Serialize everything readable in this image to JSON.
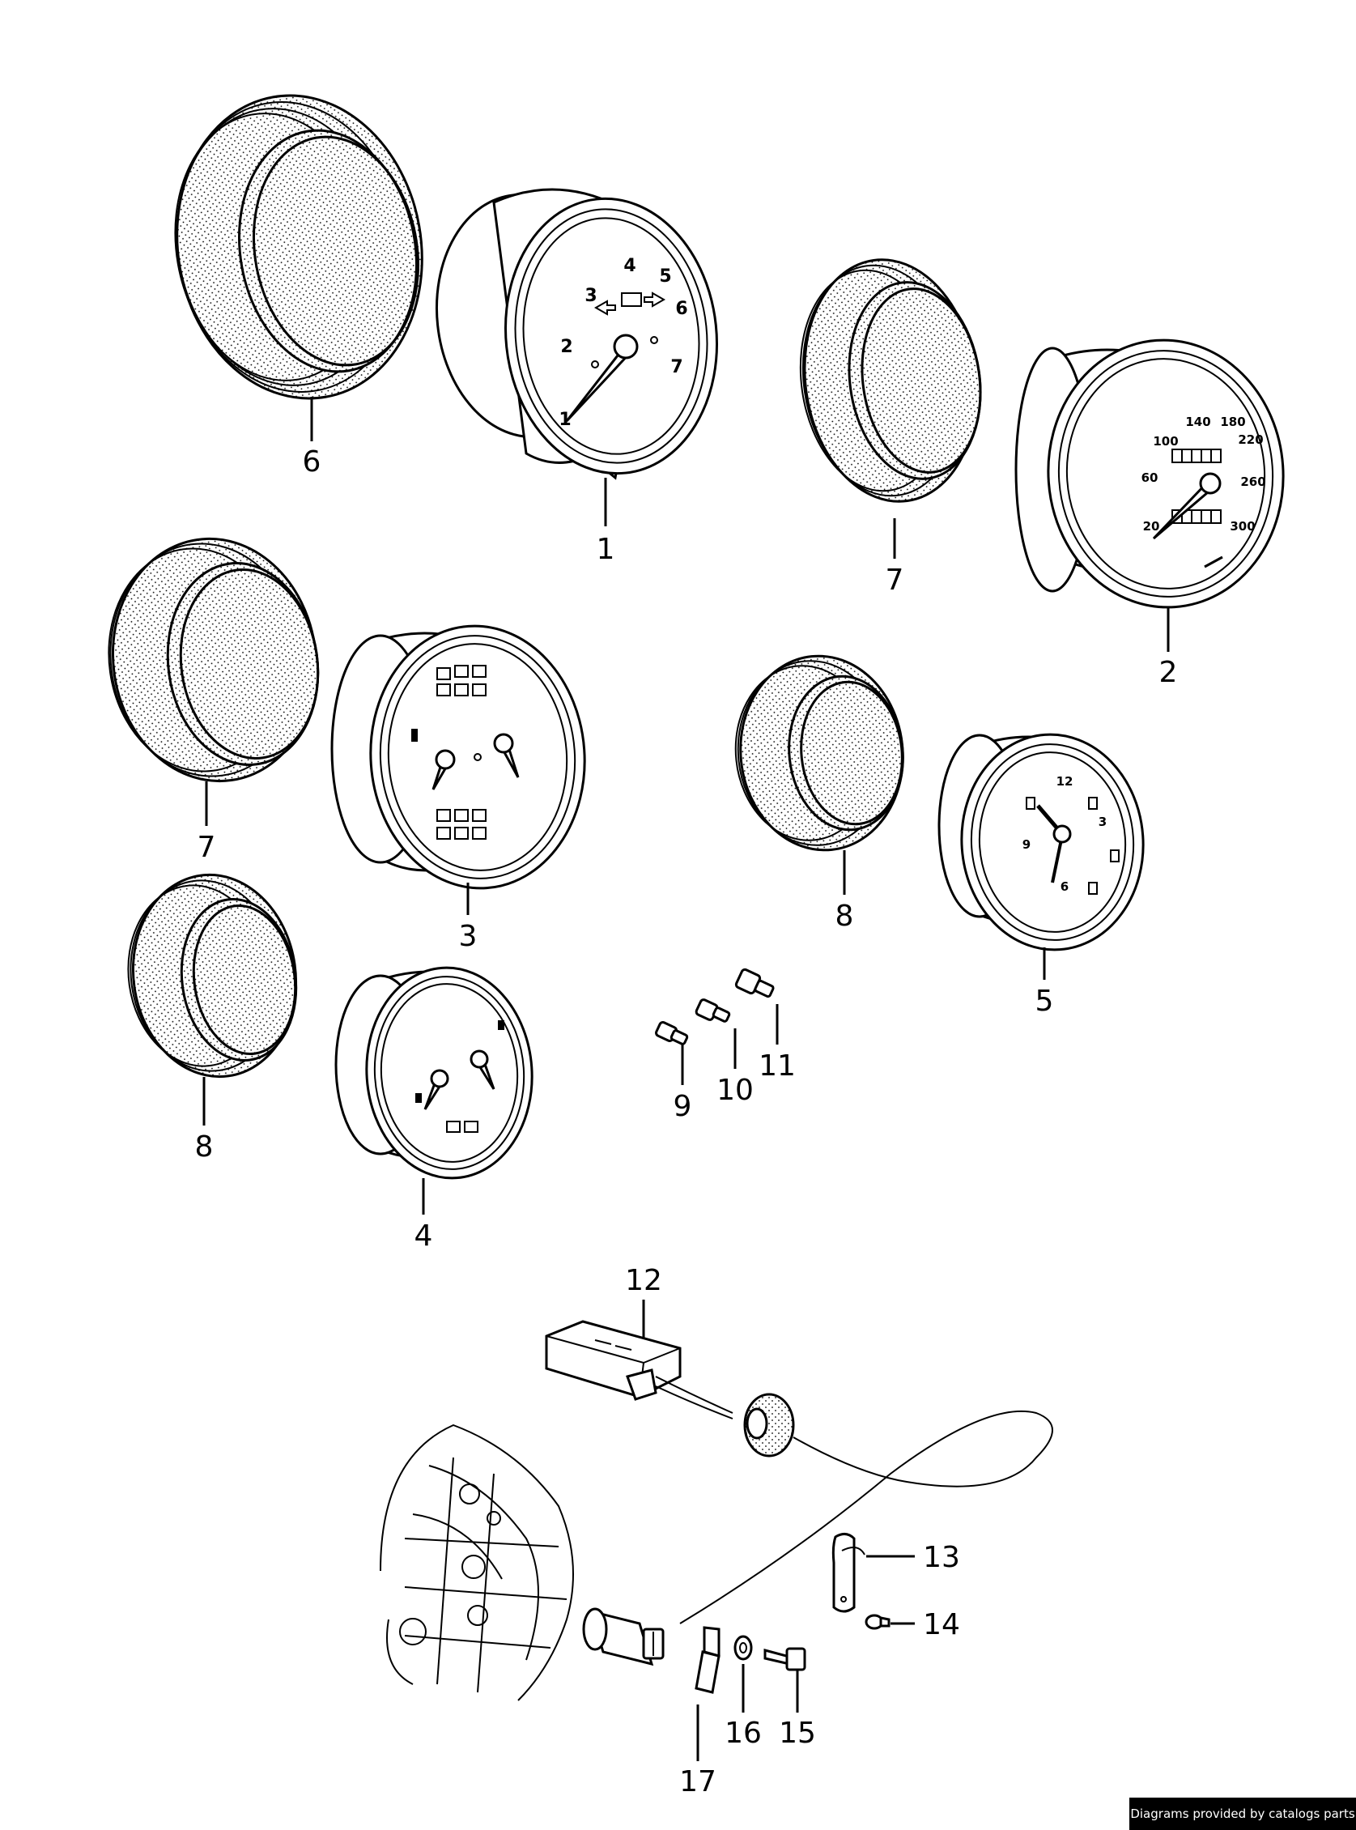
{
  "callouts": {
    "p1": "1",
    "p2": "2",
    "p3": "3",
    "p4": "4",
    "p5": "5",
    "p6": "6",
    "p7a": "7",
    "p7b": "7",
    "p8a": "8",
    "p8b": "8",
    "p9": "9",
    "p10": "10",
    "p11": "11",
    "p12": "12",
    "p13": "13",
    "p14": "14",
    "p15": "15",
    "p16": "16",
    "p17": "17"
  },
  "tachometer": {
    "dial_numbers": [
      "1",
      "2",
      "3",
      "4",
      "5",
      "6",
      "7"
    ]
  },
  "speedometer": {
    "dial_numbers": [
      "20",
      "60",
      "100",
      "140",
      "180",
      "220",
      "260",
      "300"
    ]
  },
  "clock": {
    "dial_numbers": [
      "12",
      "3",
      "6",
      "9"
    ]
  },
  "credit": "Diagrams provided by catalogs parts"
}
